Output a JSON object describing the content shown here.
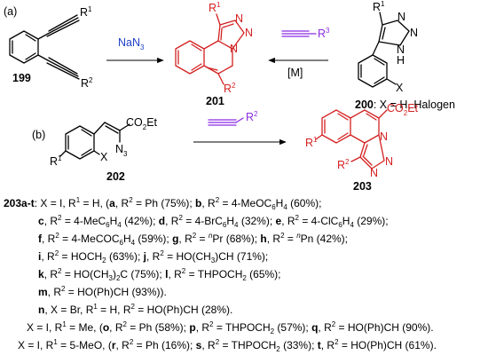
{
  "labels": {
    "part_a": "(a)",
    "part_b": "(b)",
    "nan3": "NaN",
    "nan3_sub": "3",
    "metal": "[M]",
    "n3": "N",
    "n3_sub": "3",
    "x": "X",
    "nh": "N",
    "h": "H",
    "n": "N",
    "r": "R",
    "sup1": "1",
    "sup2": "2",
    "sup3": "3",
    "co2et": "CO",
    "co2et_sub": "2",
    "co2et_tail": "Et"
  },
  "compounds": {
    "c199": "199",
    "c201": "201",
    "c200": "200",
    "c200_desc": ": X = H, Halogen",
    "c202": "202",
    "c203": "203"
  },
  "colors": {
    "product": "#d42020",
    "reagent": "#8a2be2",
    "reagent_text": "#1e40c8"
  },
  "substituents": [
    "<b>203a-t</b>: X = I, R<sup>1</sup> = H, (<b>a</b>, R<sup>2</sup> = Ph (75%); <b>b</b>, R<sup>2</sup> = 4-MeOC<sub>6</sub>H<sub>4</sub> (60%);",
    "<b>c</b>, R<sup>2</sup> = 4-MeC<sub>6</sub>H<sub>4</sub> (42%); <b>d</b>, R<sup>2</sup> = 4-BrC<sub>6</sub>H<sub>4</sub> (32%); <b>e</b>, R<sup>2</sup> = 4-ClC<sub>6</sub>H<sub>4</sub> (29%);",
    "<b>f</b>, R<sup>2</sup> = 4-MeCOC<sub>6</sub>H<sub>4</sub> (59%); <b>g</b>, R<sup>2</sup> = <sup><i>n</i></sup>Pr (68%); <b>h</b>, R<sup>2</sup> = <sup><i>n</i></sup>Pn (42%);",
    "<b>i</b>, R<sup>2</sup> = HOCH<sub>2</sub> (63%); <b>j</b>, R<sup>2</sup> = HO(CH<sub>3</sub>)CH (71%);",
    "<b>k</b>, R<sup>2</sup> = HO(CH<sub>3</sub>)<sub>2</sub>C (75%); <b>l</b>, R<sup>2</sup> = THPOCH<sub>2</sub> (65%);",
    "<b>m</b>, R<sup>2</sup> = HO(Ph)CH (93%)).",
    "<b>n</b>, X = Br, R<sup>1</sup> = H, R<sup>2</sup> = HO(Ph)CH (28%).",
    "X = I, R<sup>1</sup> = Me, (<b>o</b>, R<sup>2</sup> = Ph (58%); <b>p</b>, R<sup>2</sup> = THPOCH<sub>2</sub> (57%); <b>q</b>, R<sup>2</sup> = HO(Ph)CH (90%).",
    "X = I, R<sup>1</sup> = 5-MeO, (<b>r</b>, R<sup>2</sup> = Ph (16%); <b>s</b>, R<sup>2</sup> = THPOCH<sub>2</sub> (33%); <b>t</b>, R<sup>2</sup> = HO(Ph)CH (61%)."
  ]
}
